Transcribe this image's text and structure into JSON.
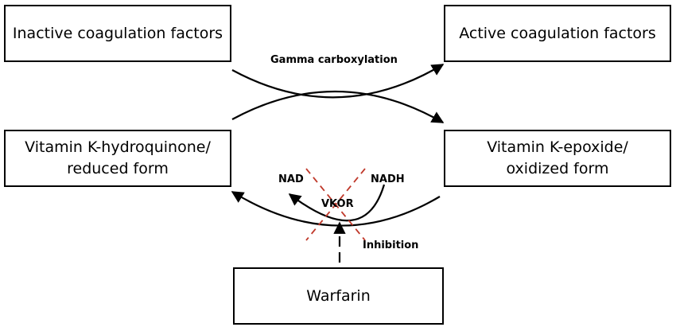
{
  "boxes": {
    "inactive": {
      "lines": [
        "Inactive coagulation factors"
      ]
    },
    "active": {
      "lines": [
        "Active coagulation factors"
      ]
    },
    "hydroquinone": {
      "lines": [
        "Vitamin K-hydroquinone/",
        "reduced form"
      ]
    },
    "epoxide": {
      "lines": [
        "Vitamin K-epoxide/",
        "oxidized form"
      ]
    },
    "warfarin": {
      "lines": [
        "Warfarin"
      ]
    }
  },
  "labels": {
    "gamma_carboxylation": "Gamma carboxylation",
    "nad": "NAD",
    "nadh": "NADH",
    "vkor": "VKOR",
    "inhibition": "Inhibition"
  },
  "colors": {
    "line": "#000000",
    "inhibition_cross": "#c0392b"
  }
}
